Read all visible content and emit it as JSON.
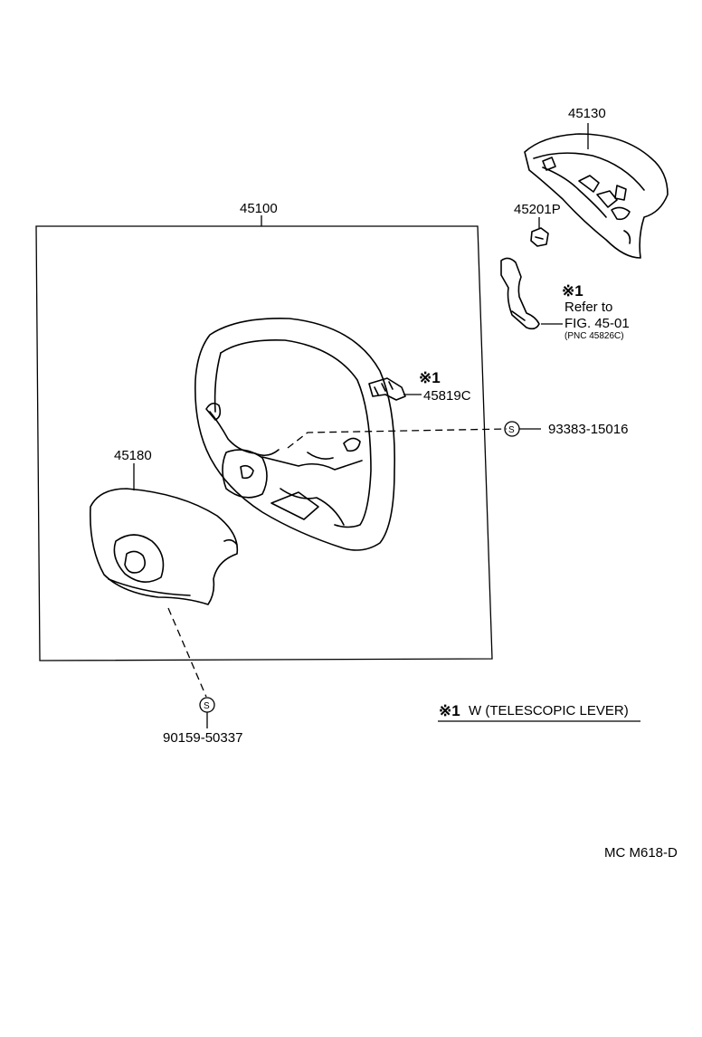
{
  "parts": {
    "horn_pad": "45130",
    "clip": "45201P",
    "steering_wheel_assy": "45100",
    "lever_ref_marker": "※1",
    "lever_ref_text1": "Refer to",
    "lever_ref_text2": "FIG. 45-01",
    "lever_ref_text3": "(PNC 45826C)",
    "cover_marker": "※1",
    "cover": "45819C",
    "screw_right": "93383-15016",
    "pad_lower": "45180",
    "screw_bottom": "90159-50337"
  },
  "symbols": {
    "screw_symbol": "S"
  },
  "note": {
    "marker": "※1",
    "text": "W (TELESCOPIC LEVER)"
  },
  "footer": {
    "code": "MC  M618-D"
  }
}
